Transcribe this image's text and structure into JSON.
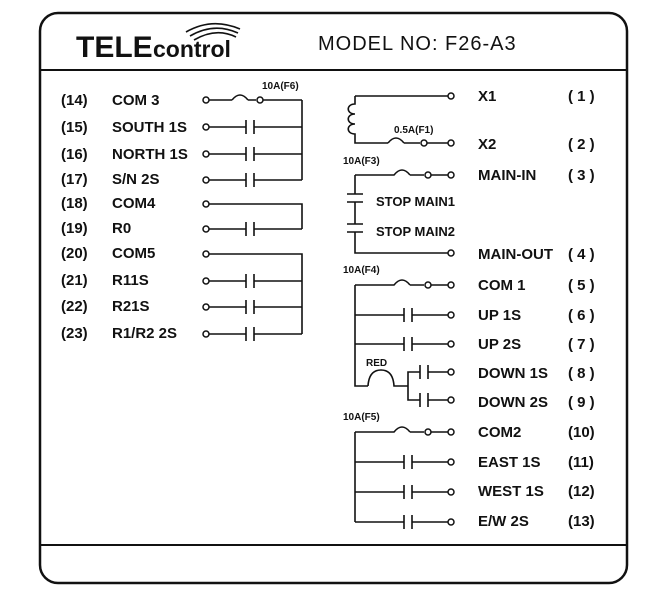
{
  "header": {
    "brand_bold": "TELE",
    "brand_rest": "control",
    "model_label": "MODEL NO: F26-A3"
  },
  "left_terminals": [
    {
      "num": "(14)",
      "name": "COM 3"
    },
    {
      "num": "(15)",
      "name": "SOUTH 1S"
    },
    {
      "num": "(16)",
      "name": "NORTH 1S"
    },
    {
      "num": "(17)",
      "name": "S/N 2S"
    },
    {
      "num": "(18)",
      "name": "COM4"
    },
    {
      "num": "(19)",
      "name": "R0"
    },
    {
      "num": "(20)",
      "name": "COM5"
    },
    {
      "num": "(21)",
      "name": "R11S"
    },
    {
      "num": "(22)",
      "name": "R21S"
    },
    {
      "num": "(23)",
      "name": "R1/R2 2S"
    }
  ],
  "right_terminals": [
    {
      "name": "X1",
      "num": "( 1 )"
    },
    {
      "name": "X2",
      "num": "( 2 )"
    },
    {
      "name": "MAIN-IN",
      "num": "( 3 )"
    },
    {
      "name": "MAIN-OUT",
      "num": "( 4 )"
    },
    {
      "name": "COM 1",
      "num": "( 5 )"
    },
    {
      "name": "UP 1S",
      "num": "( 6 )"
    },
    {
      "name": "UP 2S",
      "num": "( 7 )"
    },
    {
      "name": "DOWN 1S",
      "num": "( 8 )"
    },
    {
      "name": "DOWN 2S",
      "num": "( 9 )"
    },
    {
      "name": "COM2",
      "num": "(10)"
    },
    {
      "name": "EAST 1S",
      "num": "(11)"
    },
    {
      "name": "WEST 1S",
      "num": "(12)"
    },
    {
      "name": "E/W 2S",
      "num": "(13)"
    }
  ],
  "annotations": {
    "fuse_f6": "10A(F6)",
    "fuse_f1": "0.5A(F1)",
    "fuse_f3": "10A(F3)",
    "fuse_f4": "10A(F4)",
    "fuse_f5": "10A(F5)",
    "stop_main1": "STOP MAIN1",
    "stop_main2": "STOP MAIN2",
    "red_label": "RED"
  }
}
